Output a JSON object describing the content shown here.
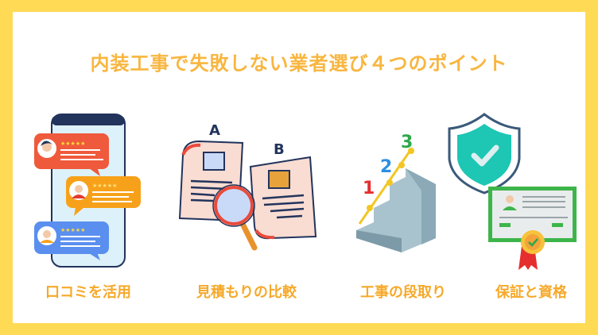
{
  "title": "内装工事で失敗しない業者選び４つのポイント",
  "points": [
    {
      "label": "口コミを活用",
      "icon": "review-phone-icon"
    },
    {
      "label": "見積もりの比較",
      "icon": "estimate-compare-icon"
    },
    {
      "label": "工事の段取り",
      "icon": "stairs-steps-icon"
    },
    {
      "label": "保証と資格",
      "icon": "shield-certificate-icon"
    }
  ],
  "illustration_text": {
    "doc_a": "A",
    "doc_b": "B",
    "step1": "1",
    "step2": "2",
    "step3": "3"
  },
  "colors": {
    "border": "#FFDA55",
    "title": "#F8B640",
    "label": "#F6A92A"
  }
}
